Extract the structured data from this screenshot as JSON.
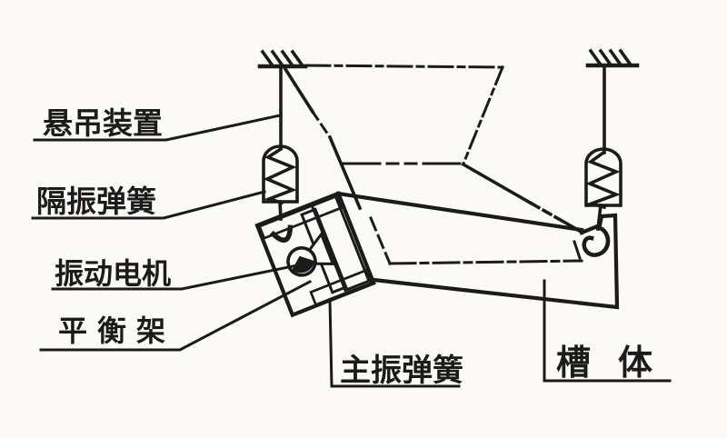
{
  "figure": {
    "colors": {
      "ink": "#1b1b1b",
      "paper": "#fbfaf7"
    },
    "labels": {
      "suspension_device": "悬吊装置",
      "isolation_spring": "隔振弹簧",
      "vibration_motor": "振动电机",
      "balance_frame": "平衡架",
      "main_spring": "主振弹簧",
      "trough_body": "槽体"
    }
  }
}
